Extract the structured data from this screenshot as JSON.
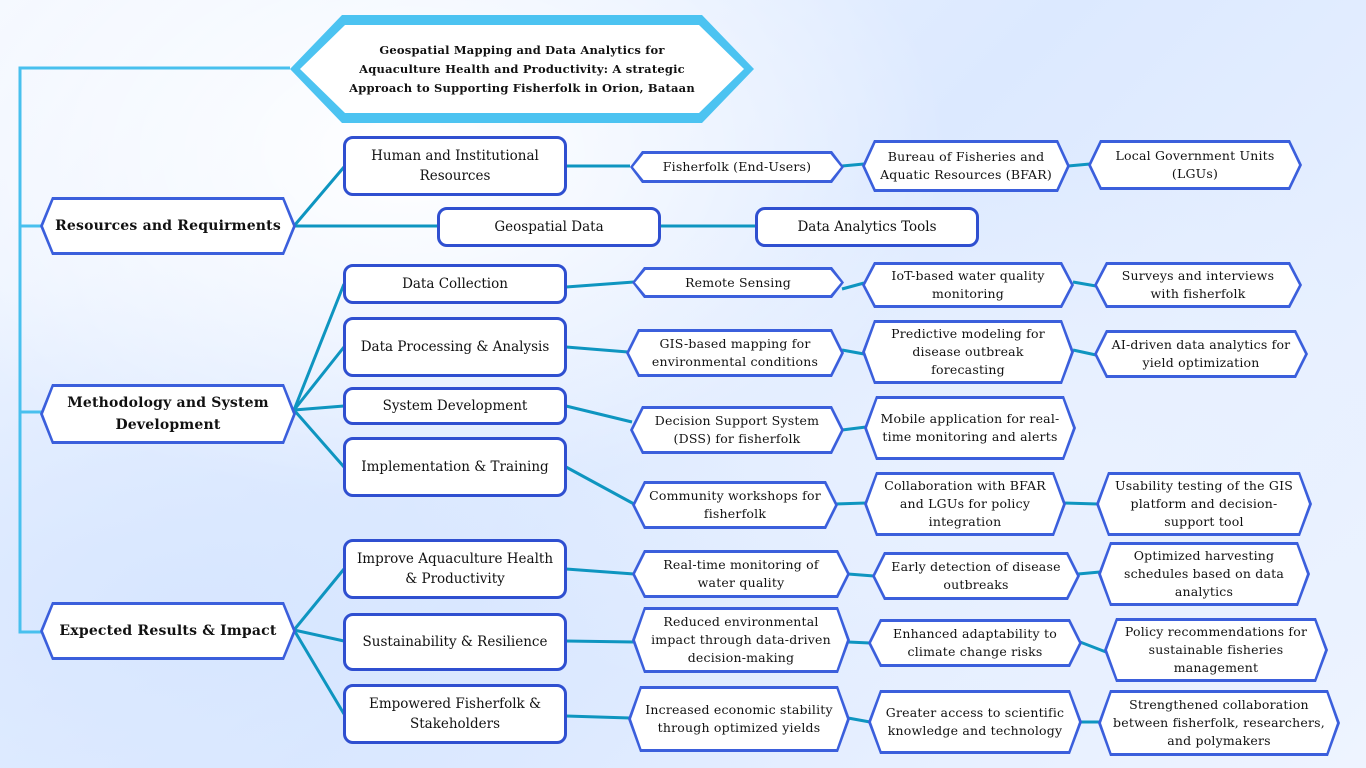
{
  "title": "Geospatial Mapping and Data Analytics for Aquaculture Health and Productivity: A strategic Approach to Supporting Fisherfolk in Orion, Bataan",
  "sections": {
    "resources": {
      "label": "Resources and Requirments",
      "human": "Human and Institutional Resources",
      "human_items": [
        "Fisherfolk (End-Users)",
        "Bureau of Fisheries and Aquatic Resources (BFAR)",
        "Local Government Units (LGUs)"
      ],
      "geo": "Geospatial Data",
      "tools": "Data Analytics Tools"
    },
    "methodology": {
      "label": "Methodology and System Development",
      "rows": [
        {
          "label": "Data Collection",
          "items": [
            "Remote Sensing",
            "IoT-based water quality monitoring",
            "Surveys and interviews with fisherfolk"
          ]
        },
        {
          "label": "Data Processing & Analysis",
          "items": [
            "GIS-based mapping for environmental conditions",
            "Predictive modeling for disease outbreak forecasting",
            "AI-driven data analytics for yield optimization"
          ]
        },
        {
          "label": "System Development",
          "items": [
            "Decision Support System (DSS) for fisherfolk",
            "Mobile application for real-time monitoring and alerts"
          ]
        },
        {
          "label": "Implementation & Training",
          "items": [
            "Community workshops for fisherfolk",
            "Collaboration with BFAR and LGUs for policy integration",
            "Usability testing of the GIS platform and decision-support tool"
          ]
        }
      ]
    },
    "results": {
      "label": "Expected Results & Impact",
      "rows": [
        {
          "label": "Improve Aquaculture Health & Productivity",
          "items": [
            "Real-time monitoring of water quality",
            "Early detection of disease outbreaks",
            "Optimized harvesting schedules based on data analytics"
          ]
        },
        {
          "label": "Sustainability & Resilience",
          "items": [
            "Reduced environmental impact through data-driven decision-making",
            "Enhanced adaptability to climate change risks",
            "Policy recommendations for sustainable fisheries management"
          ]
        },
        {
          "label": "Empowered Fisherfolk & Stakeholders",
          "items": [
            "Increased economic stability through optimized yields",
            "Greater access to scientific knowledge and technology",
            "Strengthened collaboration between fisherfolk, researchers, and polymakers"
          ]
        }
      ]
    }
  },
  "colors": {
    "line_cyan": "#4cc3f1",
    "line_teal": "#0e9ac4",
    "border_blue": "#2f4fd0"
  }
}
